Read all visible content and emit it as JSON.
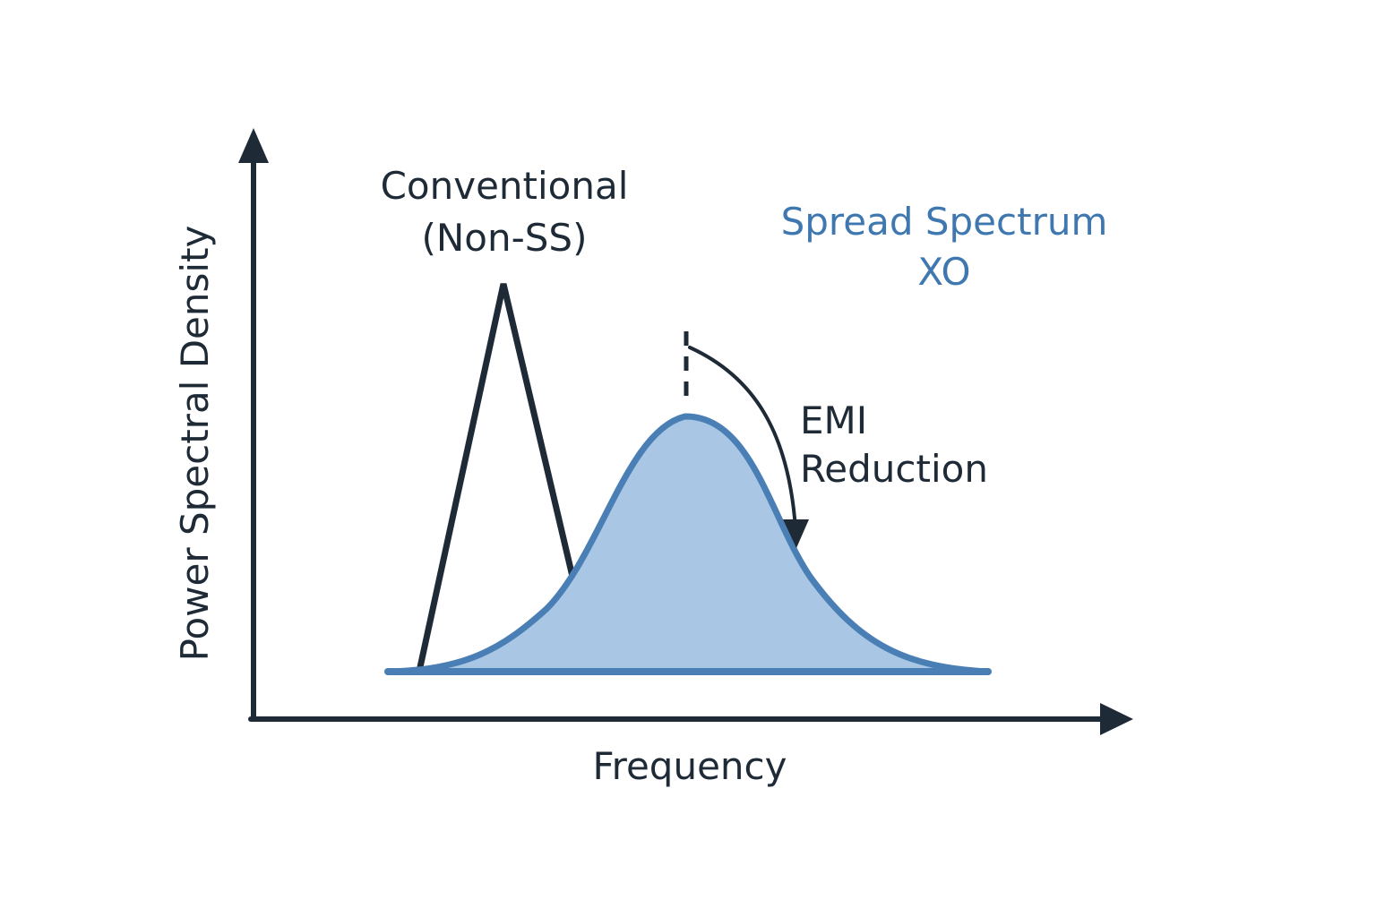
{
  "axes": {
    "y_label": "Power Spectral Density",
    "x_label": "Frequency"
  },
  "curves": {
    "conventional": {
      "label_line1": "Conventional",
      "label_line2": "(Non-SS)"
    },
    "spread": {
      "label_line1": "Spread Spectrum",
      "label_line2": "XO"
    }
  },
  "annotation": {
    "label_line1": "EMI",
    "label_line2": "Reduction"
  },
  "colors": {
    "ink": "#1f2a37",
    "spread_stroke": "#4a7fb5",
    "spread_fill": "#a9c6e4",
    "spread_text": "#3f78b0"
  }
}
